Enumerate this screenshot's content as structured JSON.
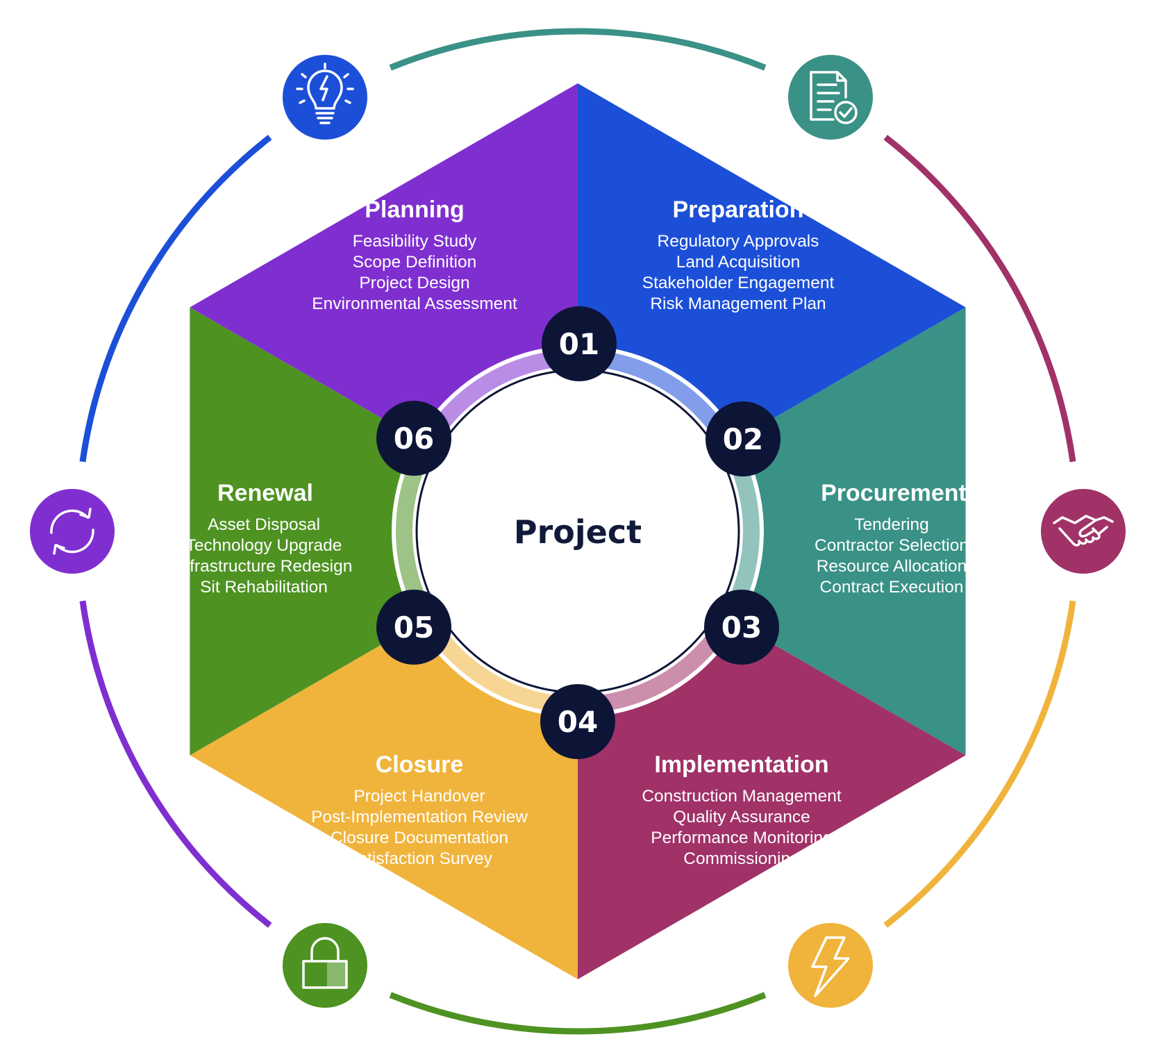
{
  "center": {
    "label": "Project"
  },
  "phases": [
    {
      "number": "01",
      "title": "Planning",
      "color": "#1c4fd8",
      "items": [
        "Feasibility Study",
        "Scope Definition",
        "Project Design",
        "Environmental Assessment"
      ]
    },
    {
      "number": "02",
      "title": "Preparation",
      "color": "#3a9186",
      "items": [
        "Regulatory Approvals",
        "Land Acquisition",
        "Stakeholder Engagement",
        "Risk Management Plan"
      ]
    },
    {
      "number": "03",
      "title": "Procurement",
      "color": "#a03268",
      "items": [
        "Tendering",
        "Contractor Selection",
        "Resource Allocation",
        "Contract Execution"
      ]
    },
    {
      "number": "04",
      "title": "Implementation",
      "color": "#f0b43c",
      "items": [
        "Construction Management",
        "Quality Assurance",
        "Performance Monitoring",
        "Commissioning"
      ]
    },
    {
      "number": "05",
      "title": "Closure",
      "color": "#4e9222",
      "items": [
        "Project Handover",
        "Post-Implementation Review",
        "Closure Documentation",
        "Satisfaction Survey"
      ]
    },
    {
      "number": "06",
      "title": "Renewal",
      "color": "#7f2fd0",
      "items": [
        "Asset Disposal",
        "Technology Upgrade",
        "Infrastructure Redesign",
        "Sit Rehabilitation"
      ]
    }
  ],
  "outer_icons": [
    {
      "name": "lightbulb-icon",
      "color": "#1c4fd8"
    },
    {
      "name": "document-check-icon",
      "color": "#3a9186"
    },
    {
      "name": "handshake-icon",
      "color": "#a03268"
    },
    {
      "name": "lightning-icon",
      "color": "#f0b43c"
    },
    {
      "name": "lock-icon",
      "color": "#4e9222"
    },
    {
      "name": "refresh-icon",
      "color": "#7f2fd0"
    }
  ],
  "number_badge_color": "#0d1537"
}
